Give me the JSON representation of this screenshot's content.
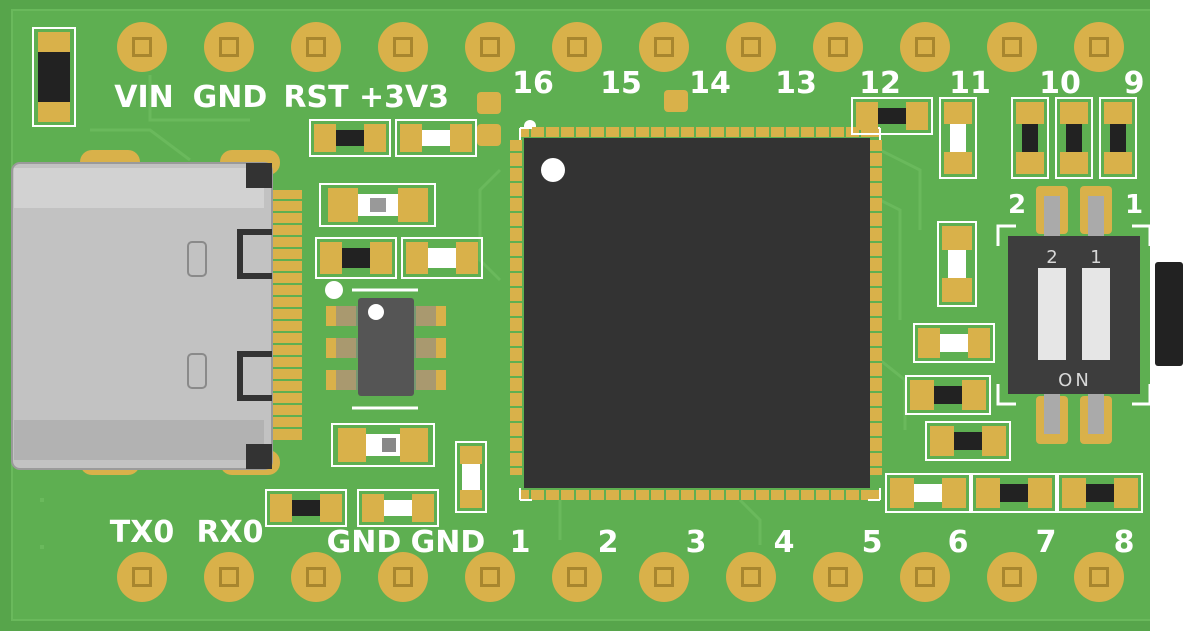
{
  "colors": {
    "pcb": "#57a54b",
    "pcb_light": "#6ab95c",
    "pcb_edge": "#4a9440",
    "copper": "#d9b14a",
    "silk": "#ffffff",
    "chip": "#333333",
    "usb": "#c0c0c0"
  },
  "top_labels": [
    "VIN",
    "GND",
    "RST",
    "+3V3"
  ],
  "top_numbers": [
    "16",
    "15",
    "14",
    "13",
    "12",
    "11",
    "10",
    "9"
  ],
  "bottom_labels": [
    "TX0",
    "RX0",
    "GND",
    "GND"
  ],
  "bottom_numbers": [
    "1",
    "2",
    "3",
    "4",
    "5",
    "6",
    "7",
    "8"
  ],
  "dip_switch": {
    "pos_2": "2",
    "pos_1": "1",
    "on_label": "ON",
    "side_2": "2",
    "side_1": "1"
  },
  "icons": {
    "usb": "usb-c-connector-icon",
    "mcu": "microcontroller-chip-icon",
    "switch": "dip-switch-icon"
  }
}
